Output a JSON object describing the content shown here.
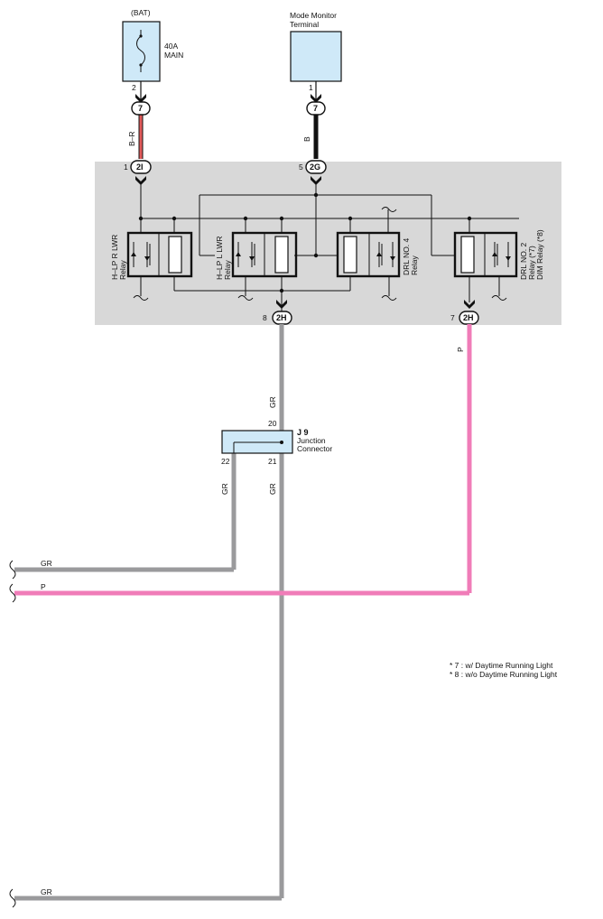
{
  "components": {
    "battery": {
      "label": "(BAT)",
      "fuse_amp": "40A",
      "fuse_name": "MAIN",
      "pin": "2"
    },
    "monitor": {
      "line1": "Mode Monitor",
      "line2": "Terminal",
      "pin": "1"
    },
    "junction": {
      "id": "J 9",
      "line1": "Junction",
      "line2": "Connector",
      "pin_top": "20",
      "pin_left": "22",
      "pin_right": "21"
    },
    "relay1": {
      "line1": "H–LP R LWR",
      "line2": "Relay"
    },
    "relay2": {
      "line1": "H–LP L LWR",
      "line2": "Relay"
    },
    "relay3": {
      "line1": "DRL NO. 4",
      "line2": "Relay"
    },
    "relay4": {
      "line1": "DRL NO. 2",
      "line2": "Relay (*7)",
      "line3": "DIM Relay (*8)"
    }
  },
  "connectors": {
    "c7_left": {
      "code": "7"
    },
    "c7_mid": {
      "code": "7"
    },
    "c2I": {
      "code": "2I",
      "pin": "1"
    },
    "c2G": {
      "code": "2G",
      "pin": "5"
    },
    "c2H_left": {
      "code": "2H",
      "pin": "8"
    },
    "c2H_right": {
      "code": "2H",
      "pin": "7"
    }
  },
  "wires": {
    "w1": "B–R",
    "w2": "B",
    "w3": "GR",
    "w4": "P",
    "w5": "GR",
    "w6": "GR",
    "out1": "GR",
    "out2": "P",
    "out3": "GR"
  },
  "notes": {
    "n1": "* 7 : w/ Daytime Running Light",
    "n2": "* 8 : w/o Daytime Running Light"
  },
  "colors": {
    "gray_wire": "#9a9a9c",
    "pink_wire": "#f07cb8",
    "black_wire": "#111111",
    "br_red": "#e25a5a",
    "box_fill": "#cfe9f8",
    "relay_panel": "#d8d8d8"
  }
}
